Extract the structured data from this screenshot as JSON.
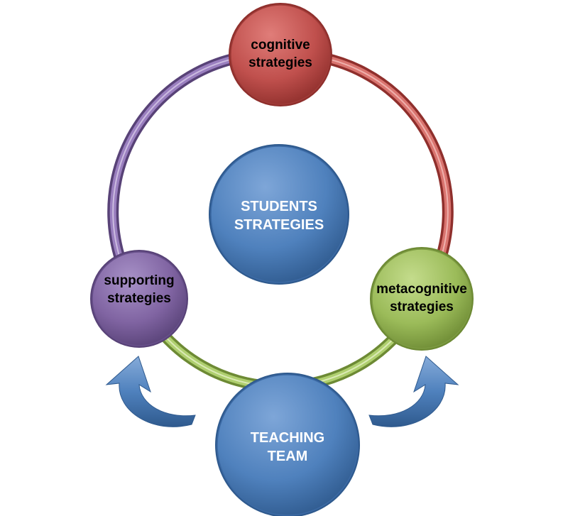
{
  "nodes": {
    "cognitive": {
      "line1": "cognitive",
      "line2": "strategies"
    },
    "metacognitive": {
      "line1": "metacognitive",
      "line2": "strategies"
    },
    "supporting": {
      "line1": "supporting",
      "line2": "strategies"
    },
    "students": {
      "line1": "STUDENTS",
      "line2": "STRATEGIES"
    },
    "teaching": {
      "line1": "TEACHING",
      "line2": "TEAM"
    }
  },
  "colors": {
    "red": "#c0504d",
    "green": "#9bbb59",
    "purple": "#8064a2",
    "blue": "#4f81bd"
  }
}
